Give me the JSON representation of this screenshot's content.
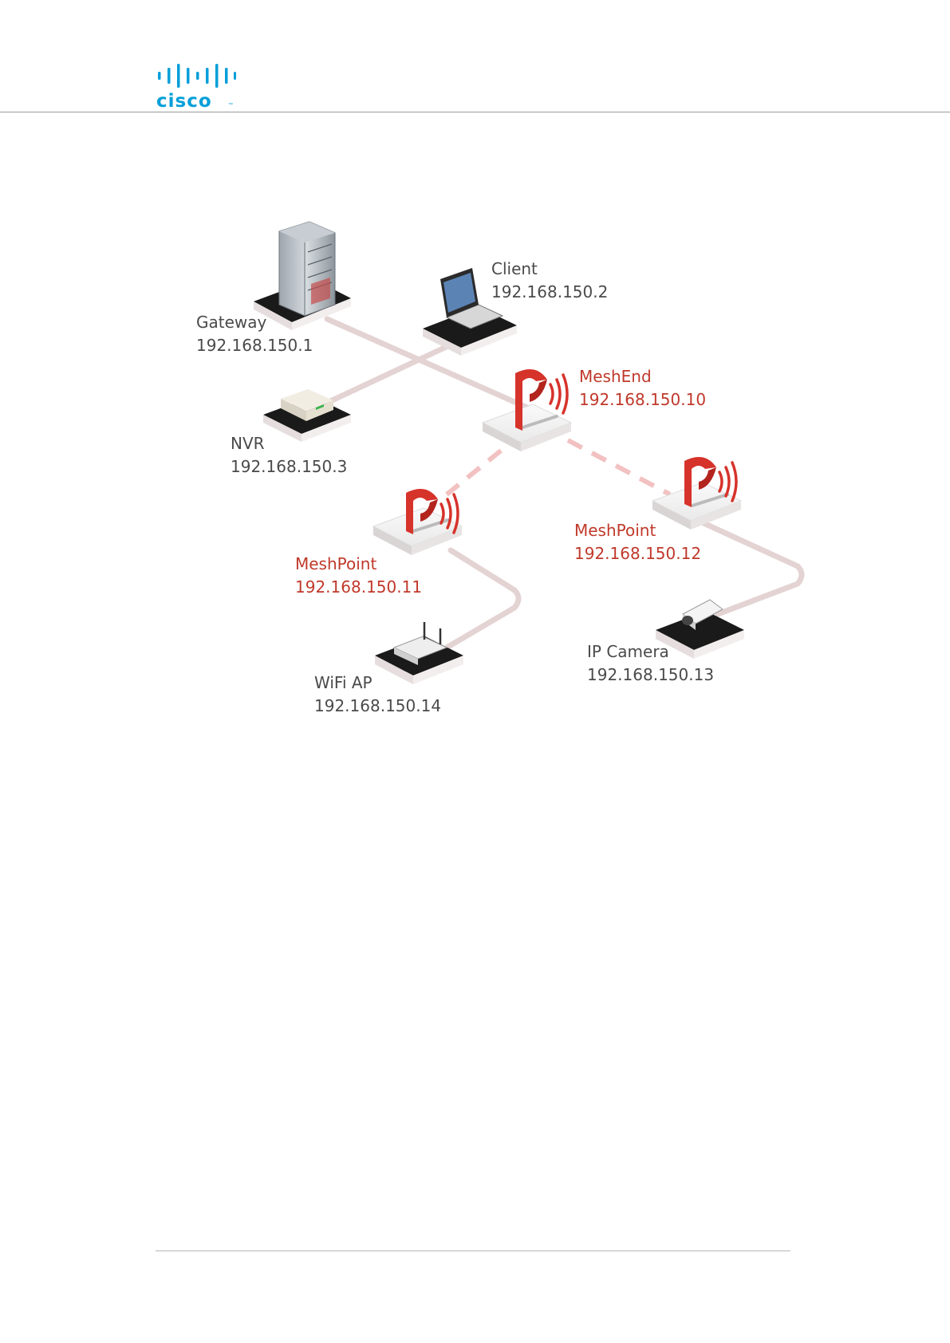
{
  "logo": {
    "wordmark": "cisco",
    "trademark": "™",
    "color": "#049fd9"
  },
  "colors": {
    "accent": "#c0392b",
    "label": "#4a4a4a",
    "link": "#e2cfcf",
    "mesh_link": "#f0bcbc"
  },
  "nodes": {
    "gateway": {
      "name": "Gateway",
      "ip": "192.168.150.1",
      "device": "server-rack-icon"
    },
    "client": {
      "name": "Client",
      "ip": "192.168.150.2",
      "device": "laptop-icon"
    },
    "nvr": {
      "name": "NVR",
      "ip": "192.168.150.3",
      "device": "nvr-icon"
    },
    "meshend": {
      "name": "MeshEnd",
      "ip": "192.168.150.10",
      "device": "mesh-radio-icon"
    },
    "meshpoint11": {
      "name": "MeshPoint",
      "ip": "192.168.150.11",
      "device": "mesh-radio-icon"
    },
    "meshpoint12": {
      "name": "MeshPoint",
      "ip": "192.168.150.12",
      "device": "mesh-radio-icon"
    },
    "wifiap": {
      "name": "WiFi AP",
      "ip": "192.168.150.14",
      "device": "wifi-router-icon"
    },
    "ipcamera": {
      "name": "IP Camera",
      "ip": "192.168.150.13",
      "device": "ip-camera-icon"
    }
  }
}
